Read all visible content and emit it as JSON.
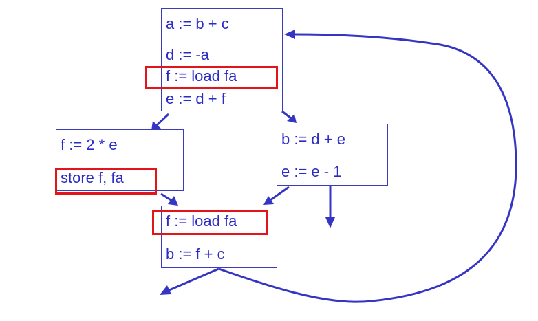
{
  "blocks": {
    "top": {
      "statements": [
        "a := b + c",
        "d := -a",
        "f := load fa",
        "e := d + f"
      ]
    },
    "left": {
      "statements": [
        "f := 2 * e",
        "store f, fa"
      ]
    },
    "right": {
      "statements": [
        "b := d + e",
        "e := e - 1"
      ]
    },
    "bottom": {
      "statements": [
        "f := load fa",
        "b := f + c"
      ]
    }
  },
  "highlighted_statements": [
    "f := load fa",
    "store f, fa",
    "f := load fa"
  ],
  "colors": {
    "text": "#2b2bc8",
    "edges": "#3535c4",
    "highlight": "#e3151b"
  }
}
